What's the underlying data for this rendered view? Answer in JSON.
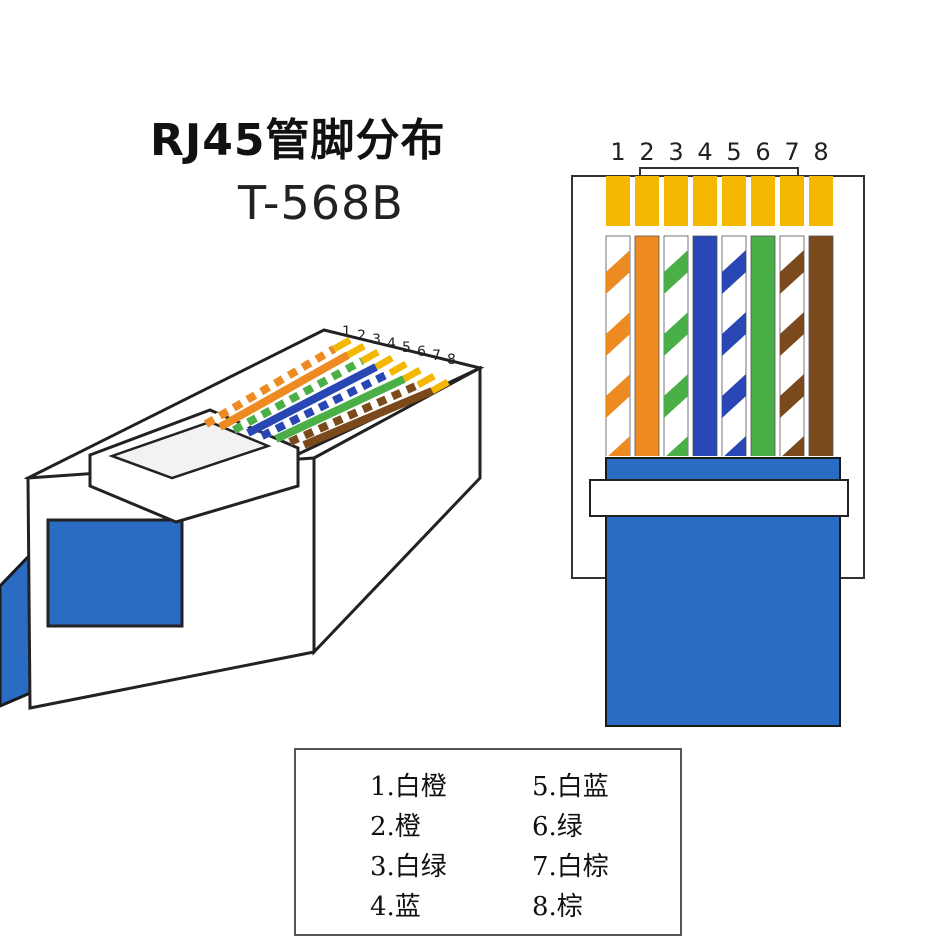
{
  "title": "RJ45管脚分布",
  "subtitle": "T-568B",
  "pin_numbers": [
    "1",
    "2",
    "3",
    "4",
    "5",
    "6",
    "7",
    "8"
  ],
  "colors": {
    "orange": "#EE8A22",
    "green": "#4BAF47",
    "blue": "#2846B4",
    "brown": "#7A4A1C",
    "gold": "#F4B800",
    "cable_blue": "#2A6CC4"
  },
  "wires": [
    {
      "pin": "1",
      "color": "orange",
      "striped": true
    },
    {
      "pin": "2",
      "color": "orange",
      "striped": false
    },
    {
      "pin": "3",
      "color": "green",
      "striped": true
    },
    {
      "pin": "4",
      "color": "blue",
      "striped": false
    },
    {
      "pin": "5",
      "color": "blue",
      "striped": true
    },
    {
      "pin": "6",
      "color": "green",
      "striped": false
    },
    {
      "pin": "7",
      "color": "brown",
      "striped": true
    },
    {
      "pin": "8",
      "color": "brown",
      "striped": false
    }
  ],
  "legend": [
    "1.白橙",
    "2.橙",
    "3.白绿",
    "4.蓝",
    "5.白蓝",
    "6.绿",
    "7.白棕",
    "8.棕"
  ]
}
